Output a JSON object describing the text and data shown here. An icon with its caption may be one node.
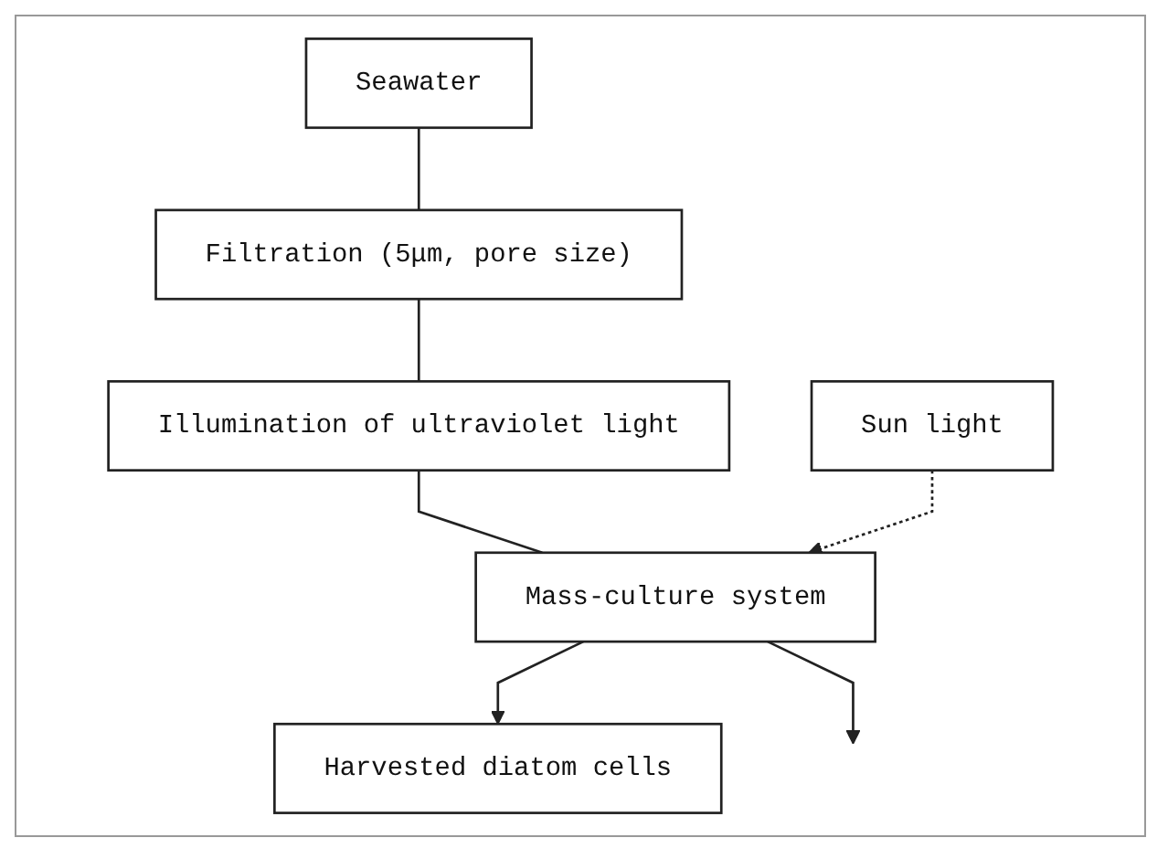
{
  "diagram": {
    "nodes": [
      {
        "text": [
          "Seawater"
        ]
      },
      {
        "text": [
          "Filtration (5μm, pore size)"
        ]
      },
      {
        "text": [
          "Illumination of ultraviolet light"
        ]
      },
      {
        "text": [
          "Mass-culture system"
        ]
      },
      {
        "text": [
          "Sun light"
        ]
      },
      {
        "text": [
          "Harvested diatom cells"
        ]
      }
    ],
    "edges": [
      {
        "from": 0,
        "to": 1,
        "arrow": "none"
      },
      {
        "from": 1,
        "to": 2,
        "arrow": "none"
      },
      {
        "from": 2,
        "to": 3,
        "arrow": "none"
      },
      {
        "from": 4,
        "to": 3,
        "arrow": "to",
        "style": "dashed"
      },
      {
        "from": 3,
        "to": 5,
        "arrow": "to"
      },
      {
        "from": 3,
        "to": null,
        "arrow": "to"
      }
    ]
  }
}
